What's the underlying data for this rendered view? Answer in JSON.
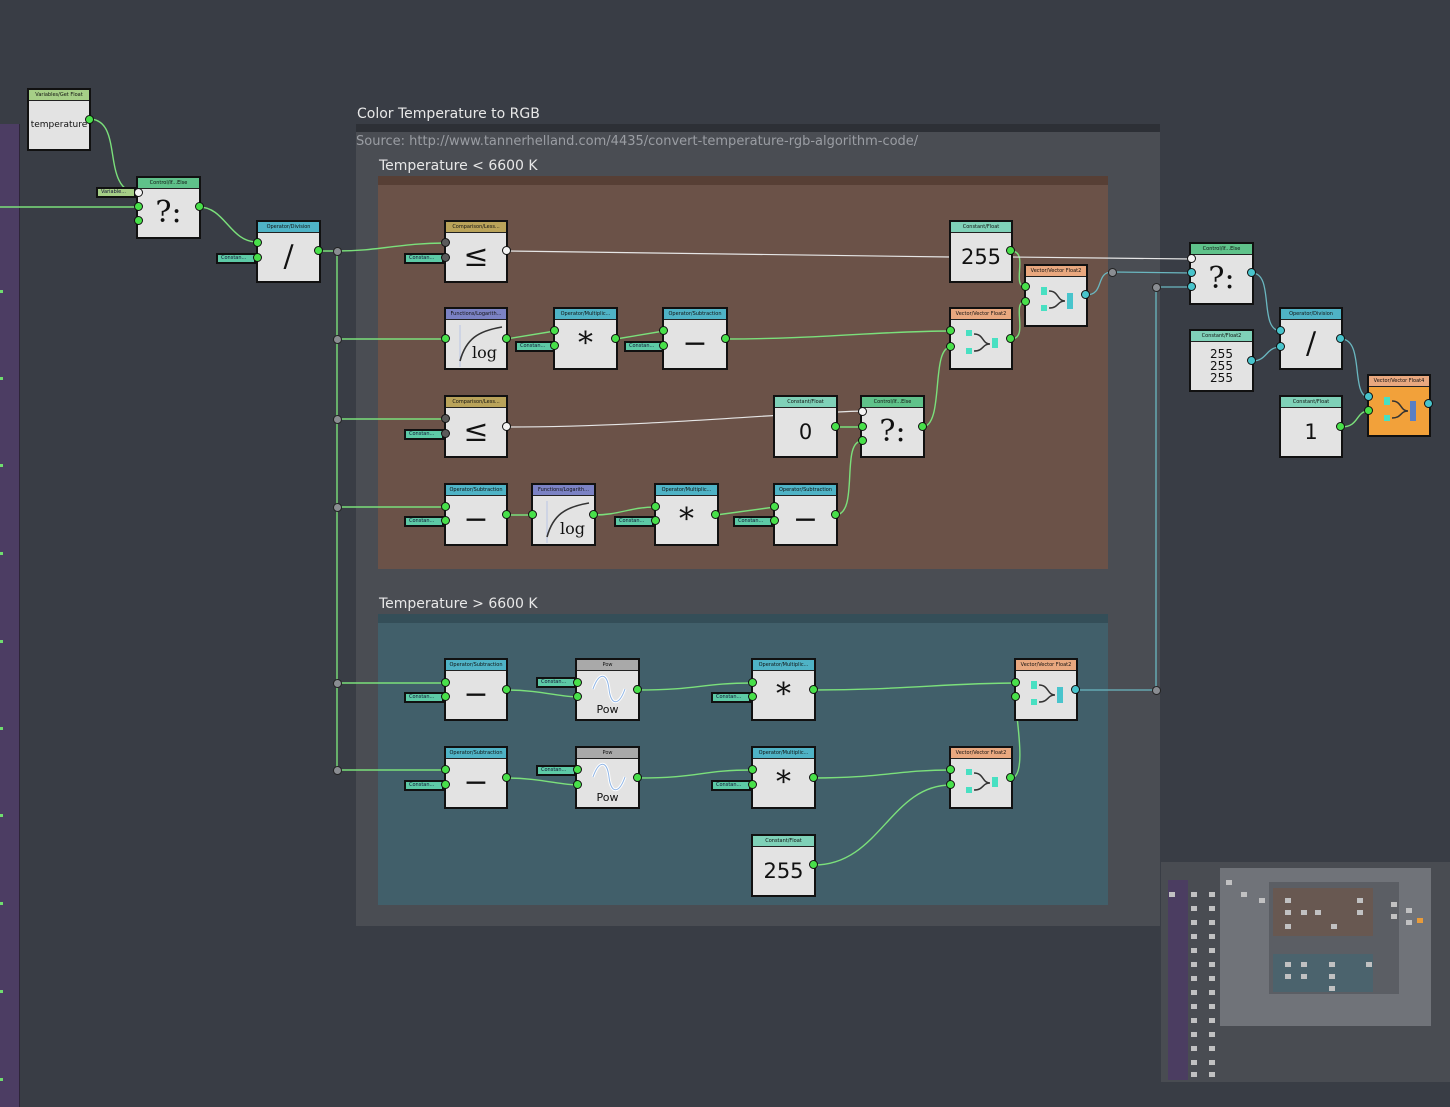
{
  "graph": {
    "main_group_title": "Color Temperature to RGB",
    "source_text": "Source: http://www.tannerhelland.com/4435/convert-temperature-rgb-algorithm-code/",
    "warm_group_title": "Temperature < 6600 K",
    "cool_group_title": "Temperature > 6600 K"
  },
  "nodes": {
    "get_float": {
      "header": "Variables/Get Float",
      "label": "temperature"
    },
    "variable_chip": "Variable...",
    "constant_chip": "Constan...",
    "if_else_1": {
      "header": "Control/If...Else",
      "symbol": "?:"
    },
    "division_1": {
      "header": "Operator/Division",
      "symbol": "/"
    },
    "less_1": {
      "header": "Comparison/Less...",
      "symbol": "≤"
    },
    "log_1": {
      "header": "Functions/Logarith...",
      "symbol": "log"
    },
    "mult_1": {
      "header": "Operator/Multiplic...",
      "symbol": "*"
    },
    "sub_1": {
      "header": "Operator/Subtraction",
      "symbol": "−"
    },
    "const_255_a": {
      "header": "Constant/Float",
      "value": "255"
    },
    "vec_float2_a": {
      "header": "Vector/Vector Float2"
    },
    "vec_float2_b": {
      "header": "Vector/Vector Float2"
    },
    "less_2": {
      "header": "Comparison/Less...",
      "symbol": "≤"
    },
    "const_0": {
      "header": "Constant/Float",
      "value": "0"
    },
    "if_else_2": {
      "header": "Control/If...Else",
      "symbol": "?:"
    },
    "sub_2": {
      "header": "Operator/Subtraction",
      "symbol": "−"
    },
    "log_2": {
      "header": "Functions/Logarith...",
      "symbol": "log"
    },
    "mult_2": {
      "header": "Operator/Multiplic...",
      "symbol": "*"
    },
    "sub_3": {
      "header": "Operator/Subtraction",
      "symbol": "−"
    },
    "sub_4": {
      "header": "Operator/Subtraction",
      "symbol": "−"
    },
    "pow_1": {
      "header": "Pow",
      "label": "Pow"
    },
    "mult_3": {
      "header": "Operator/Multiplic...",
      "symbol": "*"
    },
    "vec_float2_c": {
      "header": "Vector/Vector Float2"
    },
    "sub_5": {
      "header": "Operator/Subtraction",
      "symbol": "−"
    },
    "pow_2": {
      "header": "Pow",
      "label": "Pow"
    },
    "mult_4": {
      "header": "Operator/Multiplic...",
      "symbol": "*"
    },
    "vec_float2_d": {
      "header": "Vector/Vector Float2"
    },
    "const_255_b": {
      "header": "Constant/Float",
      "value": "255"
    },
    "if_else_3": {
      "header": "Control/If...Else",
      "symbol": "?:"
    },
    "const_float2": {
      "header": "Constant/Float2",
      "values": [
        "255",
        "255",
        "255"
      ]
    },
    "division_2": {
      "header": "Operator/Division",
      "symbol": "/"
    },
    "const_1": {
      "header": "Constant/Float",
      "value": "1"
    },
    "vec_float4": {
      "header": "Vector/Vector Float4"
    }
  },
  "colors": {
    "background": "#393d45",
    "wire_green": "#7be07b",
    "wire_white": "#e6e6e6",
    "wire_teal": "#6ab7c0",
    "warm_group": "#6b5248",
    "cool_group": "#415f6a",
    "output_node": "#f2a13a"
  }
}
